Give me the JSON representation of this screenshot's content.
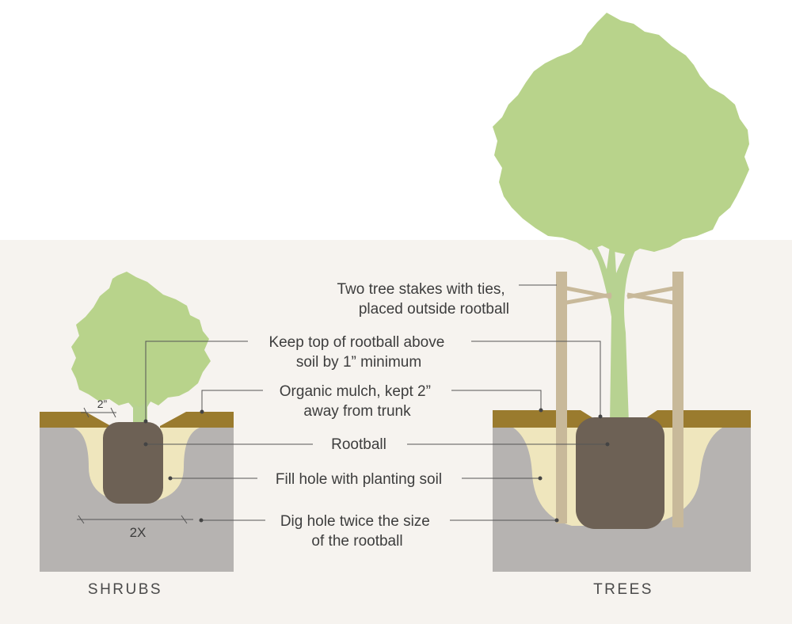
{
  "captions": {
    "shrubs": "SHRUBS",
    "trees": "TREES"
  },
  "callouts": {
    "stakes": [
      "Two tree stakes with ties,",
      "placed outside rootball"
    ],
    "rootball_top": [
      "Keep top of rootball above",
      "soil by 1” minimum"
    ],
    "mulch": [
      "Organic mulch, kept 2”",
      "away from trunk"
    ],
    "rootball": [
      "Rootball"
    ],
    "fill": [
      "Fill hole with planting soil"
    ],
    "dig": [
      "Dig hole twice the size",
      "of the rootball"
    ]
  },
  "dimensions": {
    "mulch_gap": "2”",
    "hole_width": "2X"
  },
  "colors": {
    "background_band": "#f6f3ef",
    "foliage": "#b8d38b",
    "trunk": "#b7d291",
    "mulch": "#9a7b2e",
    "native_soil": "#b6b3b1",
    "planting_soil": "#efe6bd",
    "rootball": "#6d6155",
    "stake": "#c8b99a"
  }
}
